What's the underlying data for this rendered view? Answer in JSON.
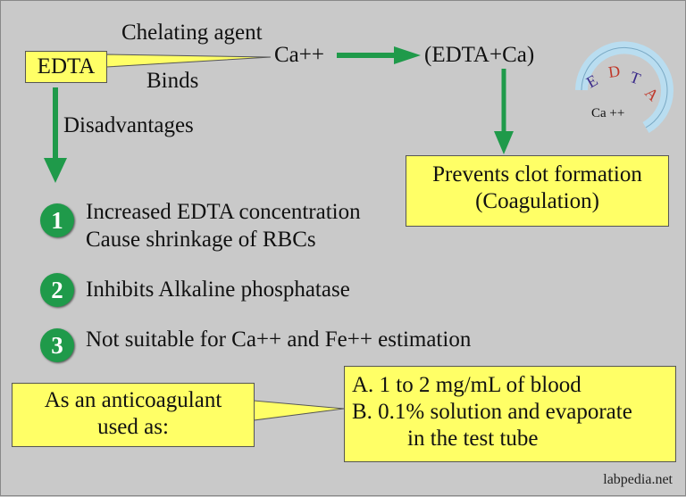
{
  "top": {
    "edta": "EDTA",
    "chelating": "Chelating agent",
    "binds": "Binds",
    "ca": "Ca++",
    "complex": "(EDTA+Ca)",
    "disadvantages": "Disadvantages"
  },
  "icon": {
    "letters": [
      "E",
      "D",
      "T",
      "A"
    ],
    "ca": "Ca ++"
  },
  "prevents": {
    "line1": "Prevents clot formation",
    "line2": "(Coagulation)"
  },
  "items": [
    {
      "num": "1",
      "line1": "Increased EDTA concentration",
      "line2": "Cause shrinkage of RBCs"
    },
    {
      "num": "2",
      "line1": "Inhibits Alkaline phosphatase"
    },
    {
      "num": "3",
      "line1": "Not suitable for Ca++ and Fe++ estimation"
    }
  ],
  "anticoagulant": {
    "line1": "As an anticoagulant",
    "line2": "used as:"
  },
  "usage": {
    "a": "A. 1 to 2 mg/mL of blood",
    "b1": "B. 0.1% solution and evaporate",
    "b2": "in the test tube"
  },
  "footer": "labpedia.net",
  "colors": {
    "background": "#c9c9c9",
    "box": "#ffff66",
    "arrow": "#1f9a4a",
    "edta_letters": [
      "#3a2a8a",
      "#c0392b",
      "#3a2a8a",
      "#c0392b"
    ]
  }
}
